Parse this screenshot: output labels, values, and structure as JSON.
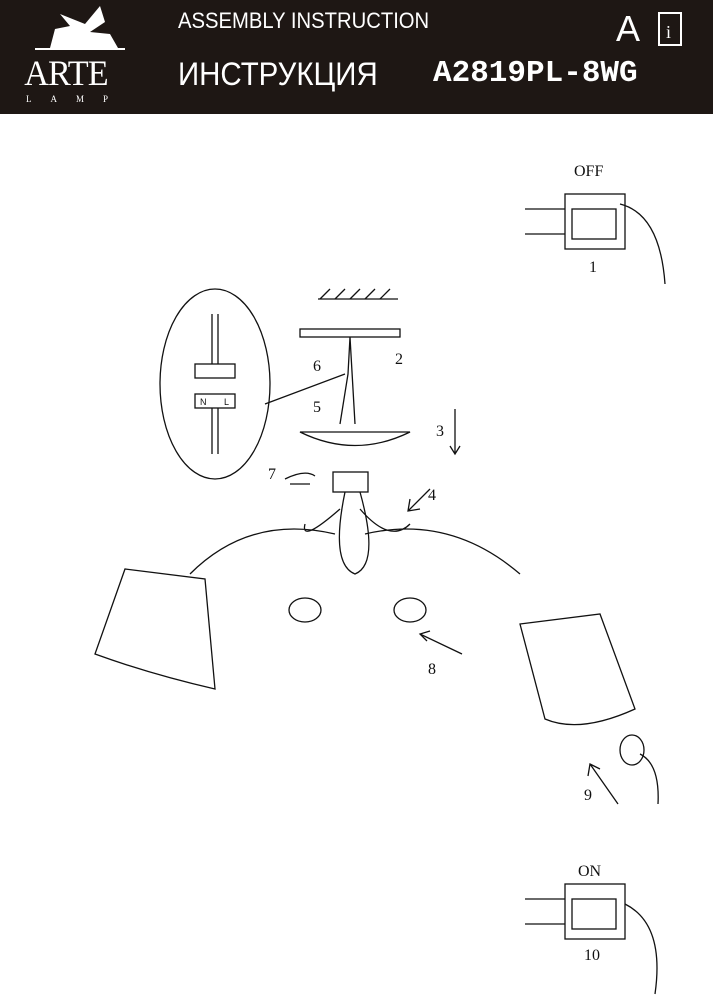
{
  "header": {
    "brand": "ARTE",
    "brand_sub": "LAMP",
    "title_en": "ASSEMBLY INSTRUCTION",
    "title_ru": "ИНСТРУКЦИЯ",
    "model": "A2819PL-8WG",
    "language": "A"
  },
  "steps": {
    "off": "OFF",
    "on": "ON",
    "s1": "1",
    "s2": "2",
    "s3": "3",
    "s4": "4",
    "s5": "5",
    "s6": "6",
    "s7": "7",
    "s8": "8",
    "s9": "9",
    "s10": "10"
  },
  "wiring": {
    "n": "N",
    "l": "L"
  }
}
